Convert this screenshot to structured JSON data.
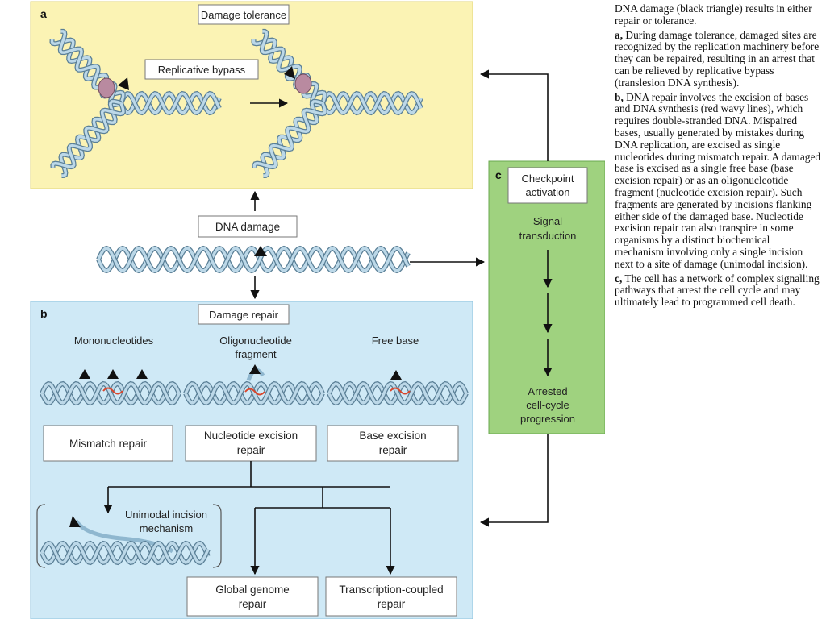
{
  "panels": {
    "a": {
      "letter": "a",
      "title": "Damage tolerance",
      "bypass_label": "Replicative bypass"
    },
    "center": {
      "damage_label": "DNA damage"
    },
    "b": {
      "letter": "b",
      "title": "Damage repair",
      "columns": [
        {
          "header": [
            "Mononucleotides"
          ],
          "box": [
            "Mismatch repair"
          ]
        },
        {
          "header": [
            "Oligonucleotide",
            "fragment"
          ],
          "box": [
            "Nucleotide excision",
            "repair"
          ]
        },
        {
          "header": [
            "Free base"
          ],
          "box": [
            "Base excision",
            "repair"
          ]
        }
      ],
      "unimodal": [
        "Unimodal incision",
        "mechanism"
      ],
      "outcomes": [
        [
          "Global genome",
          "repair"
        ],
        [
          "Transcription-coupled",
          "repair"
        ]
      ]
    },
    "c": {
      "letter": "c",
      "title": [
        "Checkpoint",
        "activation"
      ],
      "signal": [
        "Signal",
        "transduction"
      ],
      "arrest": [
        "Arrested",
        "cell-cycle",
        "progression"
      ]
    }
  },
  "caption": {
    "intro": "DNA damage (black triangle) results in either repair or tolerance.",
    "a_label": "a,",
    "a_text": " During damage tolerance, damaged sites are recognized by the replication machinery before they can be repaired, resulting in an arrest that can be relieved by replicative bypass (translesion DNA synthesis).",
    "b_label": "b,",
    "b_text": " DNA repair involves the excision of bases and DNA synthesis (red wavy lines), which requires double-stranded DNA. Mispaired bases, usually generated by mistakes during DNA replication, are excised as single nucleotides during mismatch repair. A damaged base is excised as a single free base (base excision repair) or as an oligonucleotide fragment (nucleotide excision repair). Such fragments are generated by incisions flanking either side of the damaged base. Nucleotide excision repair can also transpire in some organisms by a distinct biochemical mechanism involving only a single incision next to a site of damage (unimodal incision).",
    "c_label": "c,",
    "c_text": " The cell has a network of complex signalling pathways that arrest the cell cycle and may ultimately lead to programmed cell death."
  },
  "colors": {
    "panel_a_bg": "#fbf3b4",
    "panel_b_bg": "#cfe9f6",
    "panel_c_bg": "#9fd27f",
    "dna_strand": "#8fb7cf",
    "dna_edge": "#5a7f96",
    "repair_red": "#d9452b",
    "polymerase": "#b98aa0"
  }
}
